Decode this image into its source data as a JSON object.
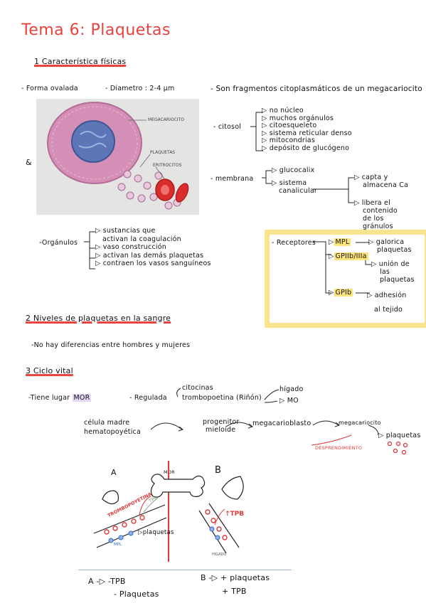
{
  "title": "Tema 6: Plaquetas",
  "sections": {
    "s1": {
      "number": "1",
      "label": "Característica físicas"
    },
    "s2": {
      "number": "2",
      "label": "Niveles de plaquetas en la sangre"
    },
    "s3": {
      "number": "3",
      "label": "Ciclo vital"
    }
  },
  "features": {
    "shape": "- Forma ovalada",
    "diameter": "- Diametro : 2-4 μm",
    "fragments": "- Son fragmentos citoplasmáticos de un megacariocito"
  },
  "figure": {
    "megacariocito": "MEGACARIOCITO",
    "plaquetas": "PLAQUETAS",
    "eritrocitos": "ERITROCITOS"
  },
  "citosol": {
    "label": "- citosol",
    "items": [
      "no núcleo",
      "muchos orgánulos",
      "citoesqueleto",
      "sistema reticular denso",
      "mitocondrias",
      "depósito de glucógeno"
    ]
  },
  "membrana": {
    "label": "- membrana",
    "items": [
      "glucocalix",
      "sistema",
      "canalicular"
    ],
    "canalicular_items": [
      "capta y",
      "almacena Ca",
      "libera el",
      "contenido",
      "de los",
      "gránulos"
    ]
  },
  "organulos": {
    "label": "-Orgánulos",
    "items": [
      "sustancias que",
      "activan la coagulación",
      "vaso construcción",
      "activan las demás plaquetas",
      "contraen los vasos sanguíneos"
    ]
  },
  "receptores": {
    "label": "- Receptores",
    "items": [
      "MPL",
      "GPIIb/IIIa",
      "GPIb"
    ],
    "mpl_result": [
      "galorica",
      "plaquetas"
    ],
    "gpiib_result": [
      "unión de",
      "las",
      "plaquetas"
    ],
    "gpib_result": [
      "adhesión",
      "al tejido"
    ]
  },
  "s2_text": "-No hay diferencias entre hombres y mujeres",
  "s3": {
    "tiene_lugar": "-Tiene lugar",
    "mor": "MOR",
    "regulada": "- Regulada",
    "citocinas": "citocinas",
    "trombopoyetina": "trombopoetina (Riñón)",
    "higado": "hígado",
    "mo": "MO",
    "chain": [
      "célula madre",
      "hematopoyética",
      "progenitor",
      "mieloide",
      "megacarioblasto",
      "megacariocito",
      "plaquetas"
    ],
    "desprendimiento": "DESPRENDIMIENTO"
  },
  "diagram": {
    "a": "A",
    "b": "B",
    "mor": "MOR",
    "trombopoyetina": "TROMBOPOYETINA",
    "tpb_a": "TPB",
    "plaquetas": "plaquetas",
    "mpl": "MPL",
    "tpb_b": "↑TPB",
    "higado": "HÍGADO"
  },
  "summary": {
    "a_line1": "A -▷ -TPB",
    "a_line2": "- Plaquetas",
    "b_line1": "B -▷ + plaquetas",
    "b_line2": "+ TPB"
  },
  "colors": {
    "title": "#e8423f",
    "highlight": "#fde47c",
    "mor_highlight": "#e6d9f7",
    "cell": "#d991b8",
    "nucleus": "#6b86c4",
    "rbc": "#e03a3a"
  }
}
